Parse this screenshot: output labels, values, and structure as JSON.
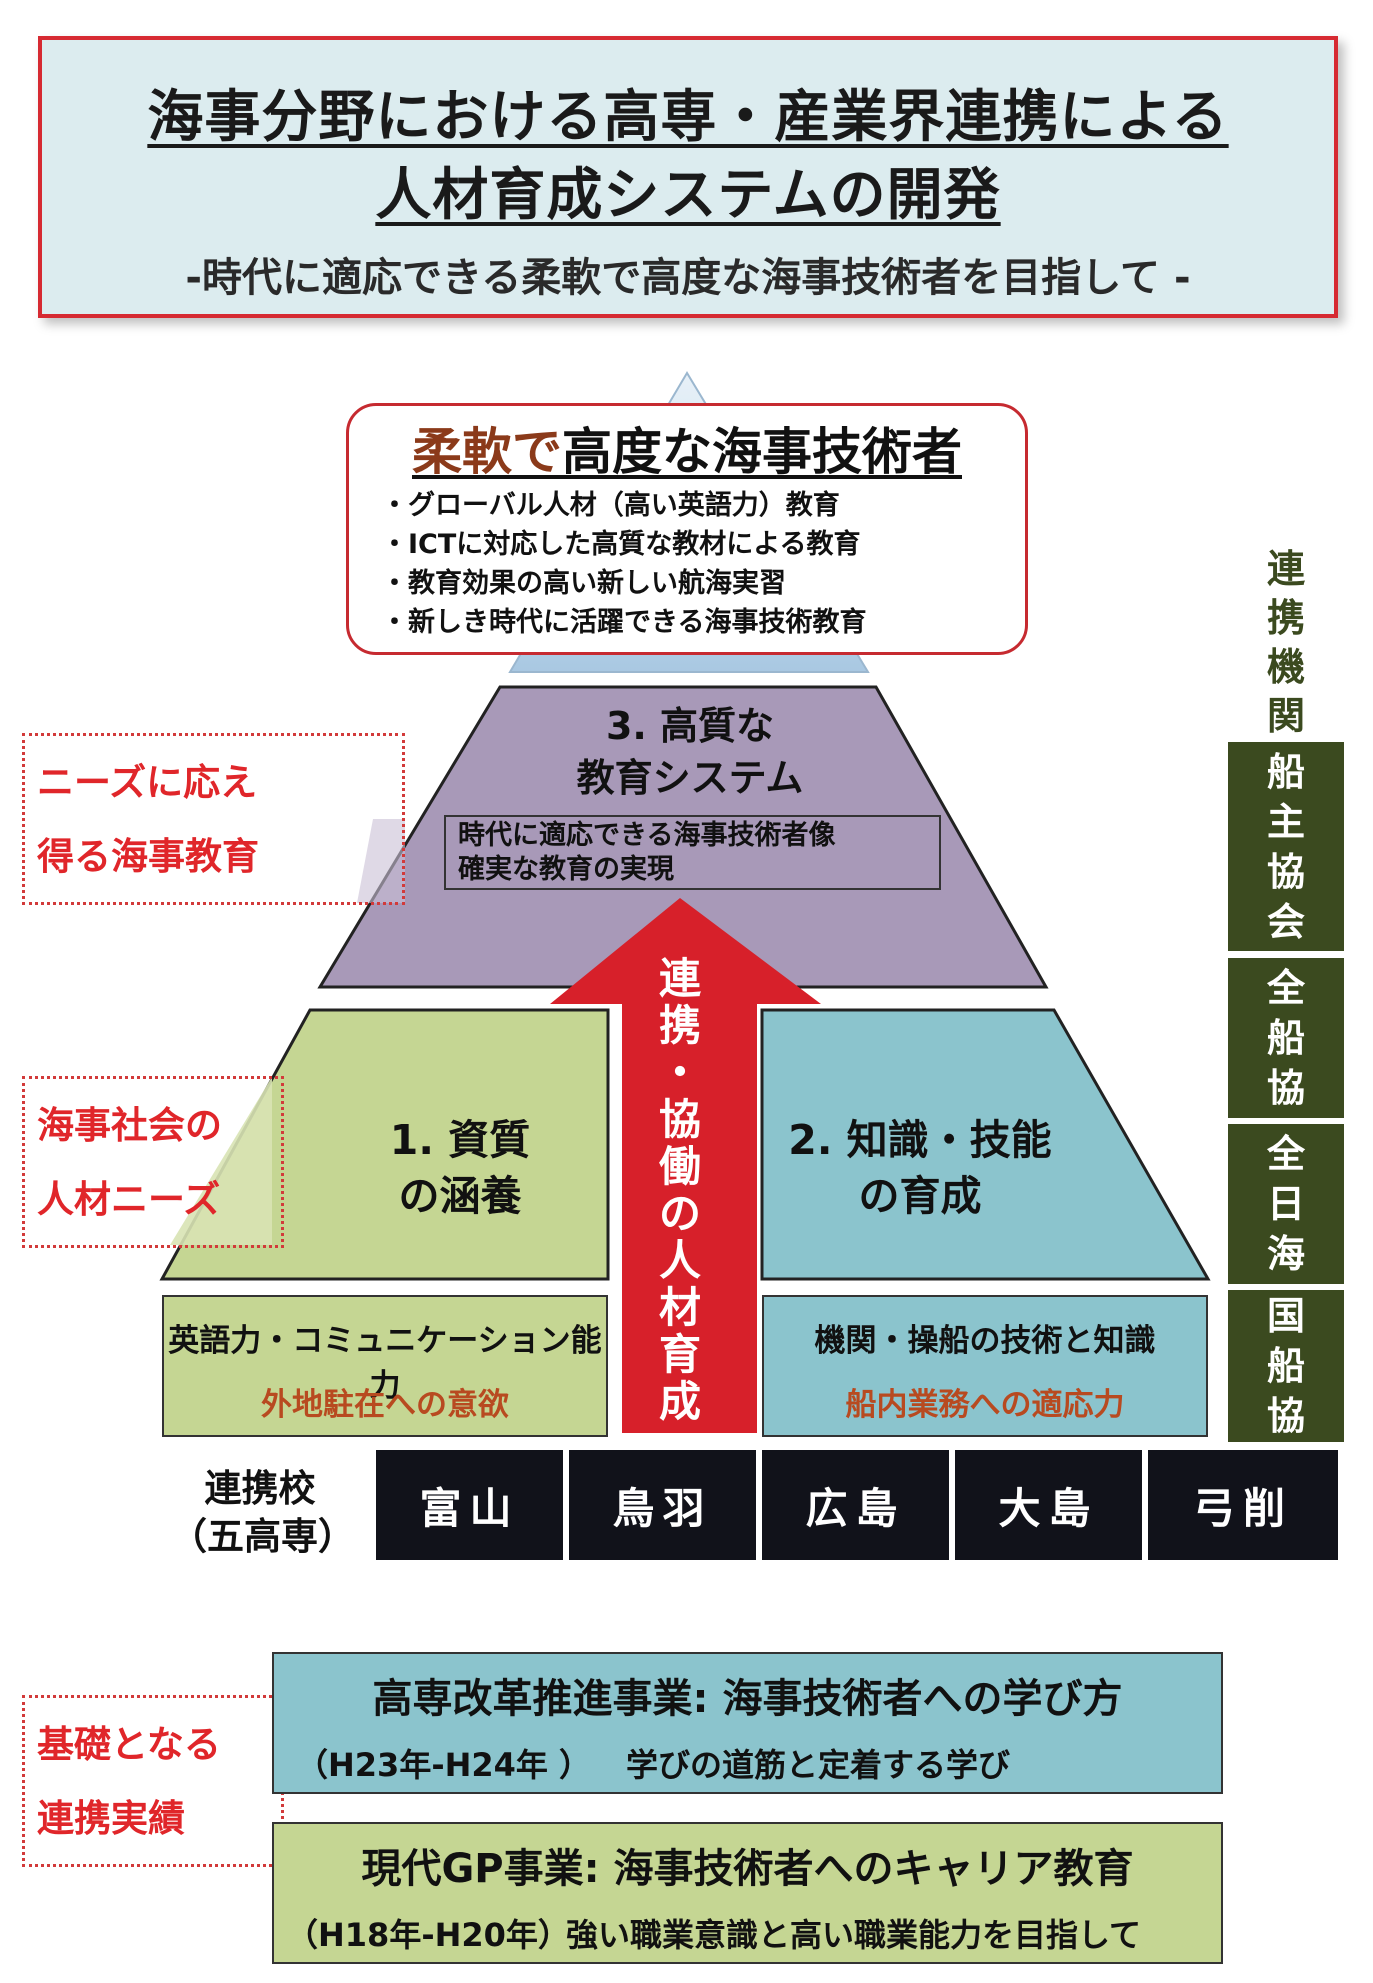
{
  "title": {
    "line1": "海事分野における高専・産業界連携による",
    "line2": "人材育成システムの開発",
    "subtitle": "-時代に適応できる柔軟で高度な海事技術者を目指して -"
  },
  "apex": {
    "heading_highlight": "柔軟で",
    "heading_rest": "高度な海事技術者",
    "items": [
      "・グローバル人材（高い英語力）教育",
      "・ICTに対応した高質な教材による教育",
      "・教育効果の高い新しい航海実習",
      "・新しき時代に活躍できる海事技術教育"
    ]
  },
  "level3": {
    "title_line1": "3. 高質な",
    "title_line2": "教育システム",
    "inner_line1": "時代に適応できる海事技術者像",
    "inner_line2": "確実な教育の実現"
  },
  "level1": {
    "title_line1": "1. 資質",
    "title_line2": "の涵養",
    "row_line1": "英語力・コミュニケーション能力",
    "row_line2": "外地駐在への意欲"
  },
  "level2": {
    "title_line1": "2. 知識・技能",
    "title_line2": "の育成",
    "row_line1": "機関・操船の技術と知識",
    "row_line2": "船内業務への適応力"
  },
  "arrow": {
    "chars": [
      "連",
      "携",
      "・",
      "協",
      "働",
      "の",
      "人",
      "材",
      "育",
      "成"
    ]
  },
  "side_labels": {
    "needs_education": [
      "ニーズに応え",
      "得る海事教育"
    ],
    "society_needs": [
      "海事社会の",
      "人材ニーズ"
    ],
    "foundation": [
      "基礎となる",
      "連携実績"
    ]
  },
  "schools": {
    "label_line1": "連携校",
    "label_line2": "（五高専）",
    "list": [
      "富山",
      "鳥羽",
      "広島",
      "大島",
      "弓削"
    ]
  },
  "partners": {
    "label_chars": [
      "連",
      "携",
      "機",
      "関"
    ],
    "orgs": [
      [
        "船",
        "主",
        "協",
        "会"
      ],
      [
        "全",
        "船",
        "協"
      ],
      [
        "全",
        "日",
        "海"
      ],
      [
        "国",
        "船",
        "協"
      ]
    ]
  },
  "projects": [
    {
      "title": "高専改革推進事業:  海事技術者への学び方",
      "period": "（H23年-H24年 ）",
      "desc": "学びの道筋と定着する学び",
      "color": "#8bc4cd"
    },
    {
      "title": "現代GP事業:  海事技術者へのキャリア教育",
      "period": "（H18年-H20年）",
      "desc": "強い職業意識と高い職業能力を目指して",
      "color": "#c5d693"
    }
  ],
  "colors": {
    "title_bg": "#dcecef",
    "title_border": "#d62a32",
    "apex_fill": "#b9d3e8",
    "level3_fill": "#a899b8",
    "level1_fill": "#c5d693",
    "level2_fill": "#8bc4cd",
    "arrow_fill": "#d7202a",
    "school_fill": "#11121a",
    "partner_fill": "#3b4a1f",
    "side_text": "#e0262a"
  }
}
